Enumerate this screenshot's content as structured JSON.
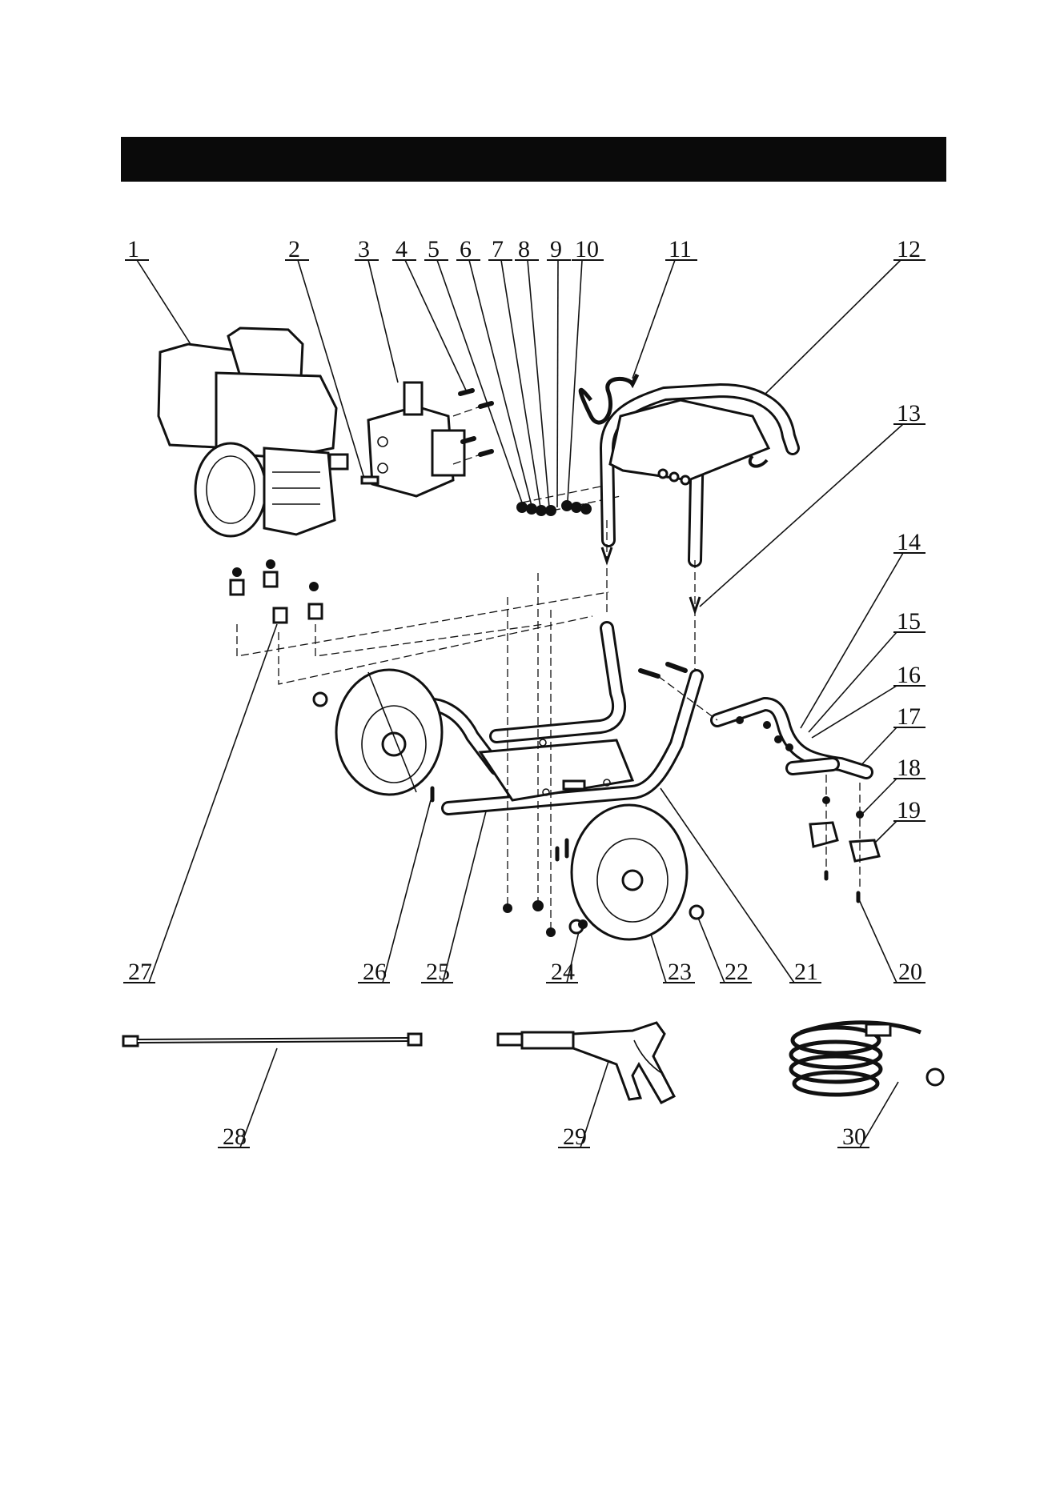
{
  "callouts": {
    "c1": "1",
    "c2": "2",
    "c3": "3",
    "c4": "4",
    "c5": "5",
    "c6": "6",
    "c7": "7",
    "c8": "8",
    "c9": "9",
    "c10": "10",
    "c11": "11",
    "c12": "12",
    "c13": "13",
    "c14": "14",
    "c15": "15",
    "c16": "16",
    "c17": "17",
    "c18": "18",
    "c19": "19",
    "c20": "20",
    "c21": "21",
    "c22": "22",
    "c23": "23",
    "c24": "24",
    "c25": "25",
    "c26": "26",
    "c27": "27",
    "c28": "28",
    "c29": "29",
    "c30": "30"
  },
  "colors": {
    "ink": "#111111",
    "title_bar": "#0a0a0a",
    "paper": "#ffffff"
  }
}
